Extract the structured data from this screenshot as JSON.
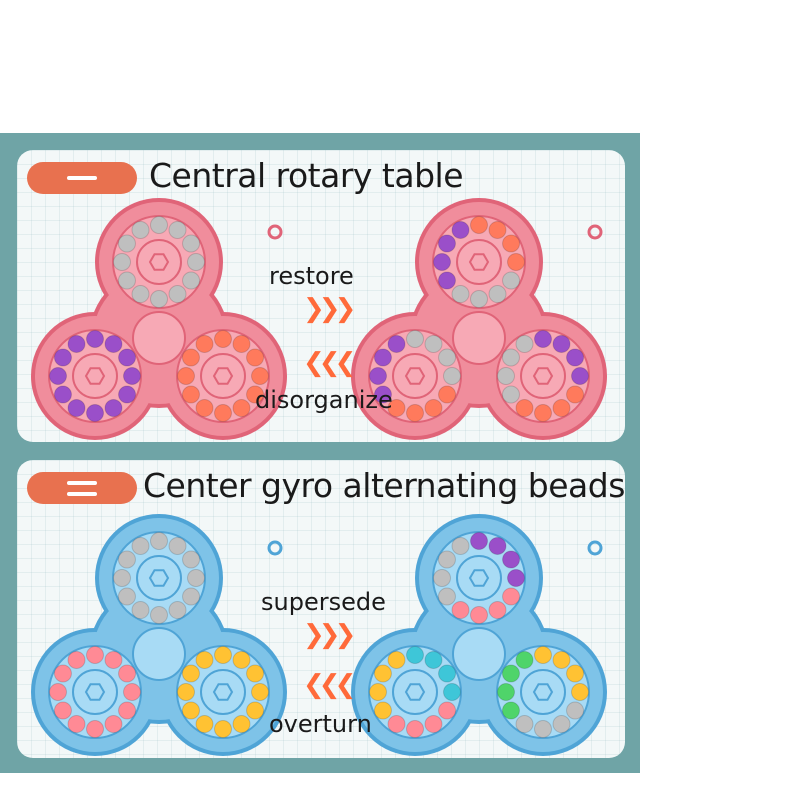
{
  "sections": [
    {
      "title": "Central rotary table",
      "forward_label": "restore",
      "backward_label": "disorganize",
      "forward_arrows": "❯❯❯",
      "backward_arrows": "❮❮❮",
      "body_color": "#f08d9c",
      "body_dark": "#e06478",
      "center_color": "#f7a9b5",
      "toy_before": {
        "top": [
          "#bfbfbf"
        ],
        "left": [
          "#9a4fc9"
        ],
        "right": [
          "#ff7a5c"
        ]
      },
      "toy_after": {
        "top": [
          "#ff7a5c",
          "#bfbfbf",
          "#9a4fc9"
        ],
        "left": [
          "#bfbfbf",
          "#ff7a5c",
          "#9a4fc9"
        ],
        "right": [
          "#9a4fc9",
          "#ff7a5c",
          "#bfbfbf"
        ]
      }
    },
    {
      "title": "Center gyro alternating beads",
      "forward_label": "supersede",
      "backward_label": "overturn",
      "forward_arrows": "❯❯❯",
      "backward_arrows": "❮❮❮",
      "body_color": "#7ec3e8",
      "body_dark": "#4fa4d6",
      "center_color": "#a8dbf5",
      "toy_before": {
        "top": [
          "#bfbfbf"
        ],
        "left": [
          "#ff8a95"
        ],
        "right": [
          "#ffc233"
        ]
      },
      "toy_after": {
        "top": [
          "#9a4fc9",
          "#ff8a95",
          "#bfbfbf"
        ],
        "left": [
          "#3ec6d8",
          "#ff8a95",
          "#ffc233"
        ],
        "right": [
          "#ffc233",
          "#bfbfbf",
          "#4fd46a"
        ]
      }
    }
  ]
}
